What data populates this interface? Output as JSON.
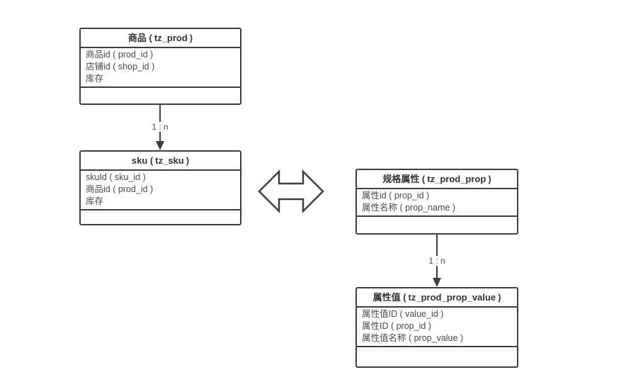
{
  "diagram": {
    "entities": [
      {
        "id": "prod",
        "title_prefix": "商品 (",
        "title_name": "tz_prod",
        "title_suffix": ")",
        "fields": [
          "商品id ( prod_id )",
          "店铺id ( shop_id )",
          "库存"
        ]
      },
      {
        "id": "sku",
        "title_prefix": "sku (",
        "title_name": "tz_sku",
        "title_suffix": ")",
        "fields": [
          "skuId ( sku_id )",
          "商品id ( prod_id )",
          "库存"
        ]
      },
      {
        "id": "prod_prop",
        "title_prefix": "规格属性 (",
        "title_name": "tz_prod_prop",
        "title_suffix": ")",
        "fields": [
          "属性id ( prop_id )",
          "属性名称 ( prop_name )"
        ]
      },
      {
        "id": "prod_prop_value",
        "title_prefix": "属性值 (",
        "title_name": "tz_prod_prop_value",
        "title_suffix": ")",
        "fields": [
          "属性值ID ( value_id )",
          "属性ID ( prop_id )",
          "属性值名称 ( prop_value )"
        ]
      }
    ],
    "connectors": [
      {
        "from": "prod",
        "to": "sku",
        "label": "1 : n"
      },
      {
        "from": "prod_prop",
        "to": "prod_prop_value",
        "label": "1 : n"
      }
    ],
    "colors": {
      "line": "#3f3f3f",
      "title_text": "#333333",
      "field_text": "#4a4a4a",
      "background": "#ffffff"
    }
  }
}
